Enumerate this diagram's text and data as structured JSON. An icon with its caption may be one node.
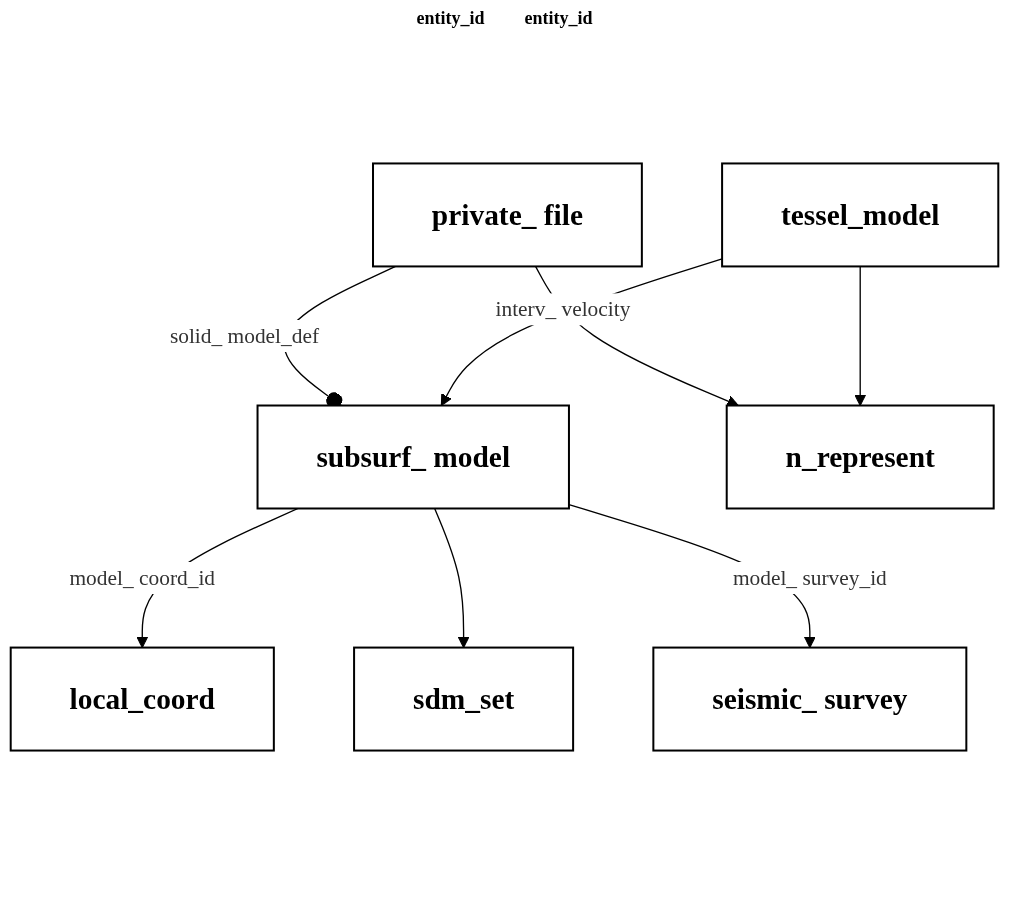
{
  "diagram": {
    "nodes": [
      {
        "text": [
          "local_coord"
        ]
      },
      {
        "text": [
          "sdm_set"
        ]
      },
      {
        "text": [
          "subsurf_ model"
        ]
      },
      {
        "text": [
          "seismic_ survey"
        ]
      },
      {
        "text": [
          "private_ file"
        ]
      },
      {
        "text": [
          "tessel_model"
        ]
      },
      {
        "text": [
          "n_represent"
        ]
      }
    ],
    "edges": [
      {
        "from": 2,
        "to": 0,
        "arrow": "to",
        "label": "model_ coord_id"
      },
      {
        "from": 2,
        "to": 1,
        "arrow": "to"
      },
      {
        "from": 2,
        "to": 3,
        "arrow": "to",
        "label": "model_ survey_id"
      },
      {
        "from": 4,
        "to": 2,
        "arrow": "other",
        "label": "solid_ model_def"
      },
      {
        "from": 5,
        "to": 2,
        "arrow": "to",
        "label": "interv_ velocity"
      },
      {
        "from": 4,
        "to": 6,
        "arrow": "to"
      },
      {
        "from": 5,
        "to": 6,
        "arrow": "to"
      }
    ],
    "labels": [
      "entity_id",
      "entity_id"
    ]
  }
}
